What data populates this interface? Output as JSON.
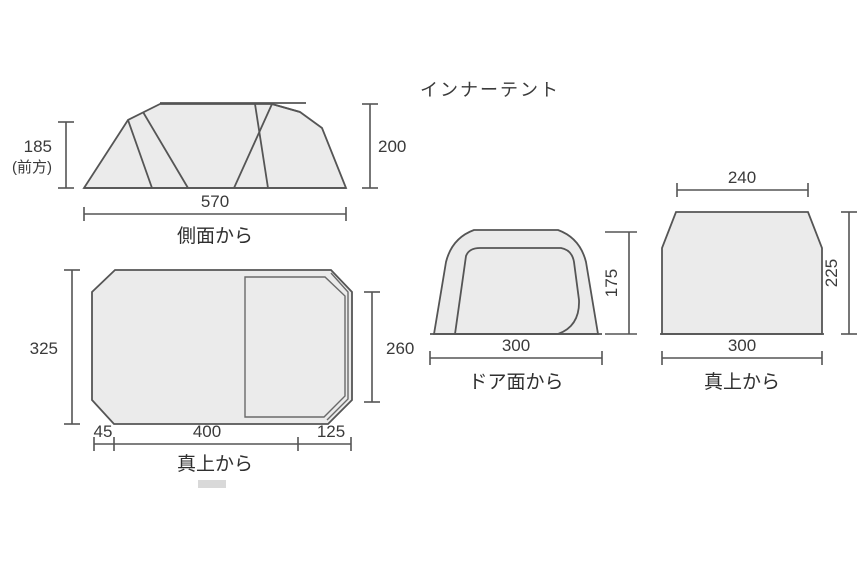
{
  "page": {
    "background_color": "#ffffff",
    "shape_fill_color": "#ebebeb",
    "shape_stroke_color": "#555555",
    "text_color": "#3a3a3a",
    "swatch_color": "#d9d9d9"
  },
  "inner_tent_title": "インナーテント",
  "views": {
    "side_view": {
      "caption": "側面から",
      "dimensions": {
        "height_front_value": "185",
        "height_front_note": "(前方)",
        "height_rear_value": "200",
        "width_value": "570"
      }
    },
    "plan_view": {
      "caption": "真上から",
      "dimensions": {
        "depth_total_value": "325",
        "depth_inner_value": "260",
        "width_left_value": "45",
        "width_middle_value": "400",
        "width_right_value": "125"
      }
    },
    "door_view": {
      "caption": "ドア面から",
      "dimensions": {
        "height_value": "175",
        "width_value": "300"
      }
    },
    "inner_plan_view": {
      "caption": "真上から",
      "dimensions": {
        "top_width_value": "240",
        "bottom_width_value": "300",
        "depth_value": "225"
      }
    }
  }
}
